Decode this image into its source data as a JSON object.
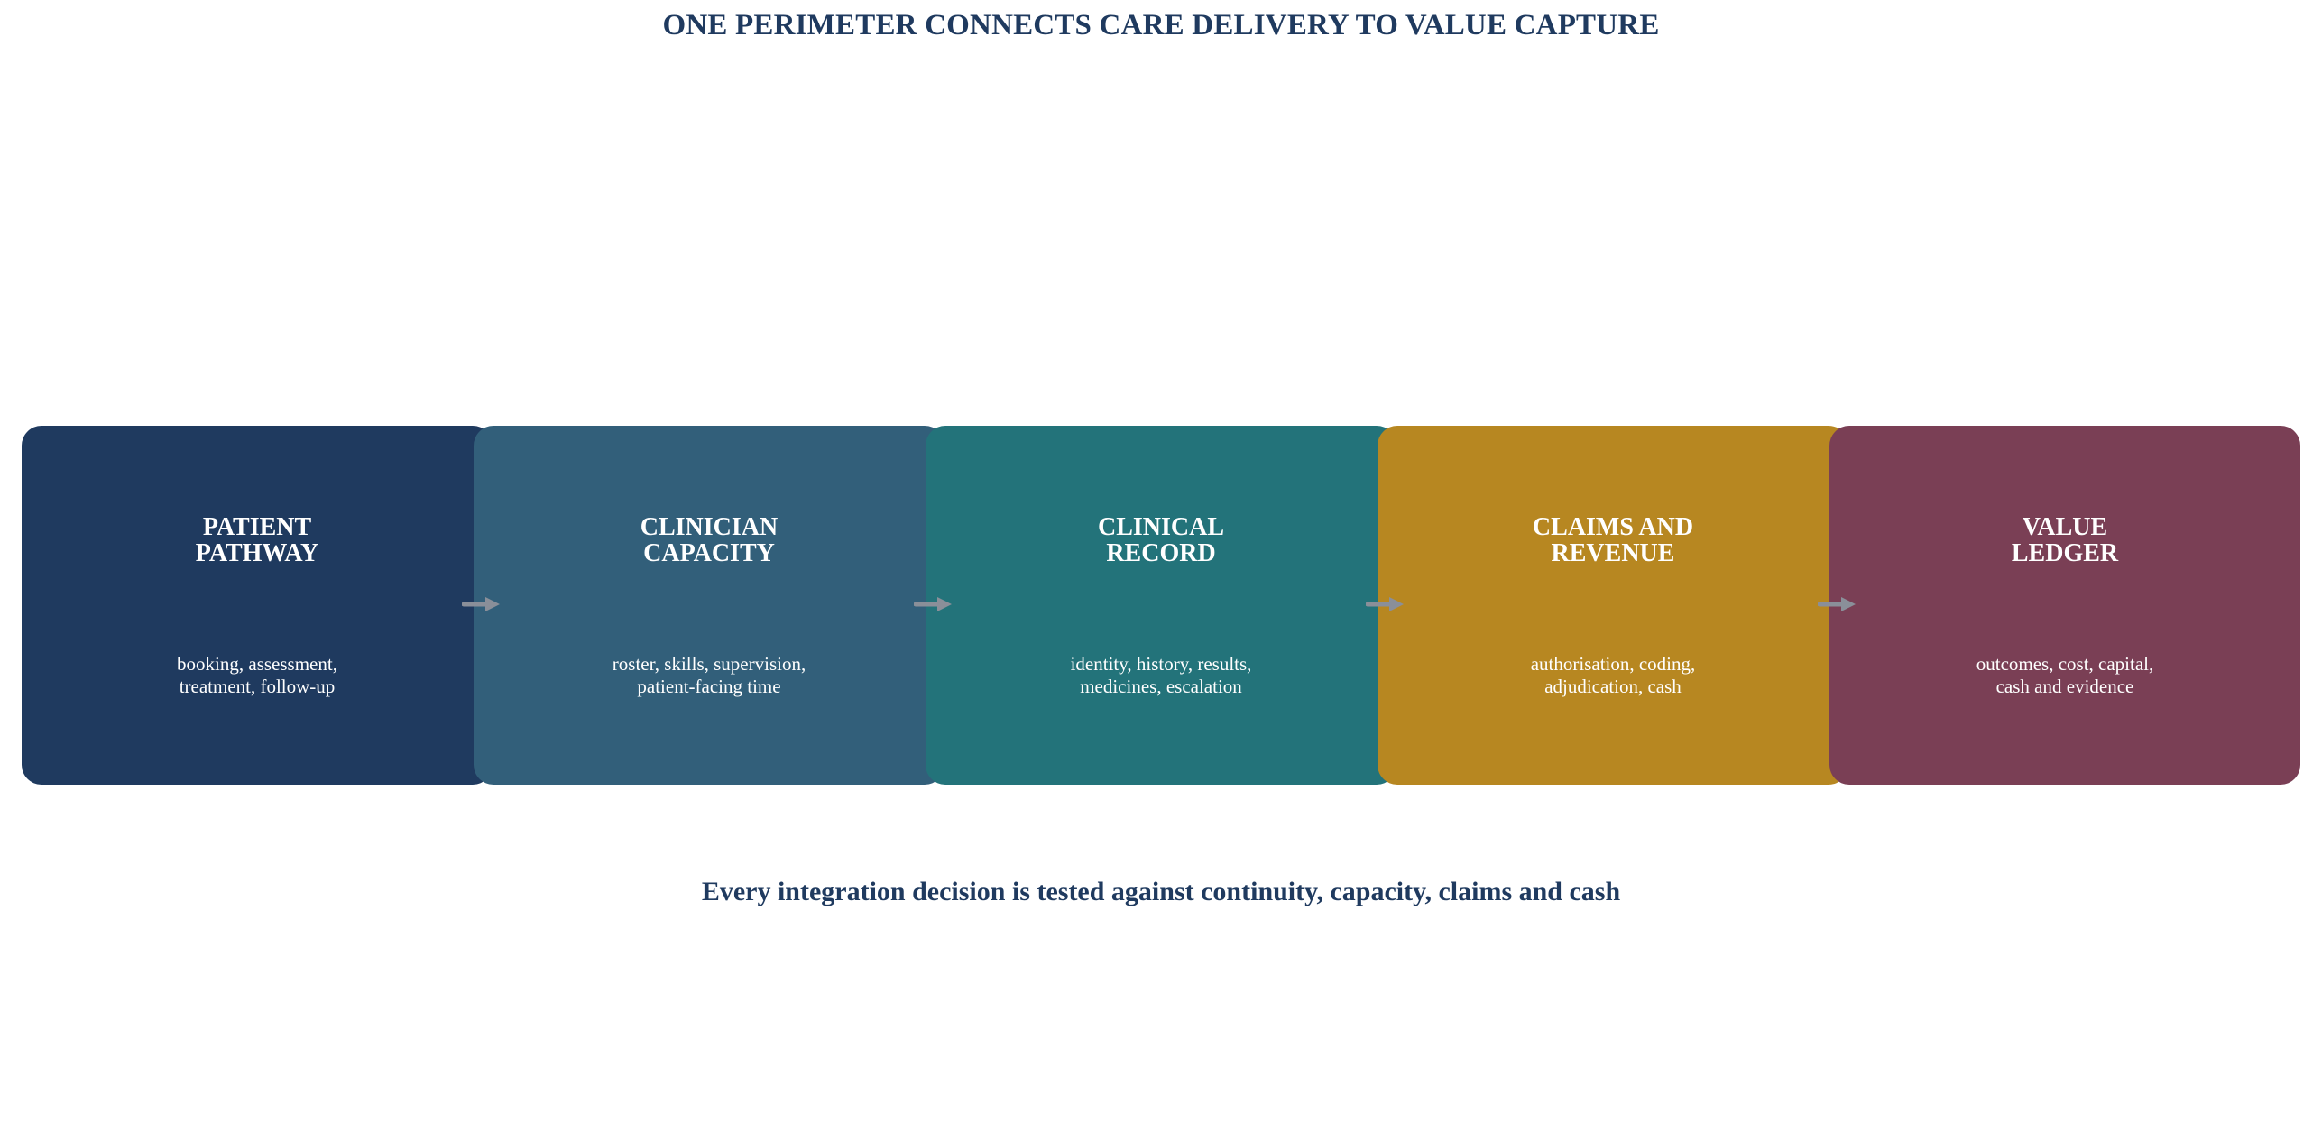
{
  "title": "ONE PERIMETER CONNECTS CARE DELIVERY TO VALUE CAPTURE",
  "stages": [
    {
      "name": "PATIENT\nPATHWAY",
      "description": "booking, assessment,\ntreatment, follow-up",
      "color": "#1f3a5f"
    },
    {
      "name": "CLINICIAN\nCAPACITY",
      "description": "roster, skills, supervision,\npatient-facing time",
      "color": "#325f7a"
    },
    {
      "name": "CLINICAL\nRECORD",
      "description": "identity, history, results,\nmedicines, escalation",
      "color": "#23737a"
    },
    {
      "name": "CLAIMS AND\nREVENUE",
      "description": "authorisation, coding,\nadjudication, cash",
      "color": "#b78721"
    },
    {
      "name": "VALUE\nLEDGER",
      "description": "outcomes, cost, capital,\ncash and evidence",
      "color": "#7a3f55"
    }
  ],
  "arrow_color": "#8a8f99",
  "tagline": "Every integration decision is tested against continuity, capacity, claims and cash"
}
